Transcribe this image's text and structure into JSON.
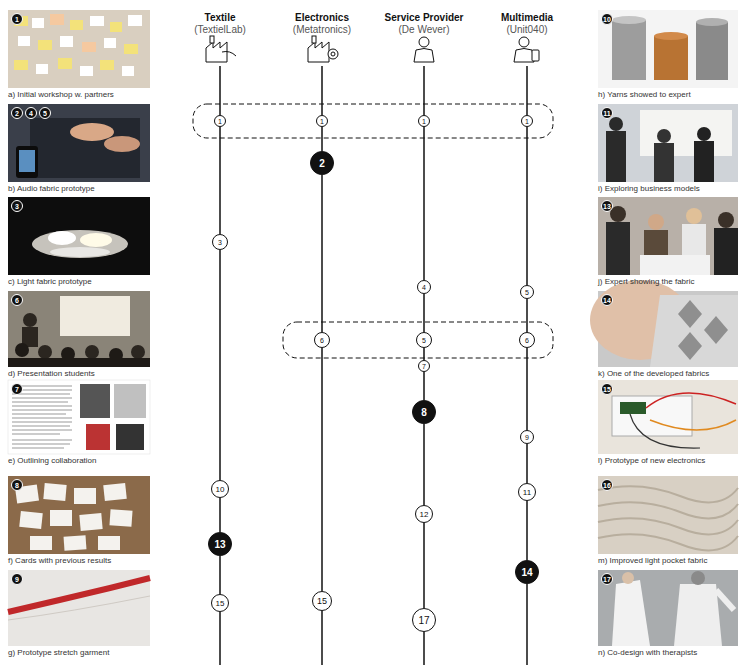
{
  "diagram": {
    "nodes": [
      {
        "text": [
          "1",
          "a) Initial workshop w. partners"
        ]
      },
      {
        "text": [
          "2",
          "4",
          "5",
          "b) Audio fabric prototype"
        ]
      },
      {
        "text": [
          "3",
          "c) Light fabric prototype"
        ]
      },
      {
        "text": [
          "6",
          "d) Presentation students"
        ]
      },
      {
        "text": [
          "7",
          "e) Outlining collaboration"
        ]
      },
      {
        "text": [
          "8",
          "f) Cards with previous results"
        ]
      },
      {
        "text": [
          "9",
          "g) Prototype stretch garment"
        ]
      },
      {
        "text": [
          "10",
          "h) Yarns showed to expert"
        ]
      },
      {
        "text": [
          "11",
          "i) Exploring business models"
        ]
      },
      {
        "text": [
          "13",
          "j) Expert showing the fabric"
        ]
      },
      {
        "text": [
          "14",
          "k) One of the developed fabrics"
        ]
      },
      {
        "text": [
          "15",
          "l) Prototype of new electronics"
        ]
      },
      {
        "text": [
          "16",
          "m) Improved light pocket fabric"
        ]
      },
      {
        "text": [
          "17",
          "n) Co-design with therapists"
        ]
      },
      {
        "text": [
          "1"
        ]
      },
      {
        "text": [
          "1"
        ]
      },
      {
        "text": [
          "1"
        ]
      },
      {
        "text": [
          "1"
        ]
      },
      {
        "text": [
          "2"
        ]
      },
      {
        "text": [
          "3"
        ]
      },
      {
        "text": [
          "4"
        ]
      },
      {
        "text": [
          "5"
        ]
      },
      {
        "text": [
          "6"
        ]
      },
      {
        "text": [
          "5"
        ]
      },
      {
        "text": [
          "6"
        ]
      },
      {
        "text": [
          "7"
        ]
      },
      {
        "text": [
          "8"
        ]
      },
      {
        "text": [
          "9"
        ]
      },
      {
        "text": [
          "10"
        ]
      },
      {
        "text": [
          "11"
        ]
      },
      {
        "text": [
          "12"
        ]
      },
      {
        "text": [
          "13"
        ]
      },
      {
        "text": [
          "14"
        ]
      },
      {
        "text": [
          "15"
        ]
      },
      {
        "text": [
          "15"
        ]
      },
      {
        "text": [
          "17"
        ]
      }
    ],
    "edges": [
      {
        "from": 14,
        "to": 19,
        "arrow": "none"
      },
      {
        "from": 19,
        "to": 28,
        "arrow": "none"
      },
      {
        "from": 28,
        "to": 31,
        "arrow": "none"
      },
      {
        "from": 31,
        "to": 33,
        "arrow": "none"
      },
      {
        "from": 15,
        "to": 18,
        "arrow": "none"
      },
      {
        "from": 18,
        "to": 22,
        "arrow": "none"
      },
      {
        "from": 22,
        "to": 34,
        "arrow": "none"
      },
      {
        "from": 16,
        "to": 20,
        "arrow": "none"
      },
      {
        "from": 20,
        "to": 23,
        "arrow": "none"
      },
      {
        "from": 23,
        "to": 25,
        "arrow": "none"
      },
      {
        "from": 25,
        "to": 26,
        "arrow": "none"
      },
      {
        "from": 26,
        "to": 30,
        "arrow": "none"
      },
      {
        "from": 30,
        "to": 35,
        "arrow": "none"
      },
      {
        "from": 17,
        "to": 21,
        "arrow": "none"
      },
      {
        "from": 21,
        "to": 24,
        "arrow": "none"
      },
      {
        "from": 24,
        "to": 27,
        "arrow": "none"
      },
      {
        "from": 27,
        "to": 29,
        "arrow": "none"
      },
      {
        "from": 29,
        "to": 32,
        "arrow": "none"
      }
    ],
    "labels": [
      "Textile",
      "(TextielLab)",
      "Electronics",
      "(Metatronics)",
      "Service Provider",
      "(De Wever)",
      "Multimedia",
      "(Unit040)"
    ]
  }
}
